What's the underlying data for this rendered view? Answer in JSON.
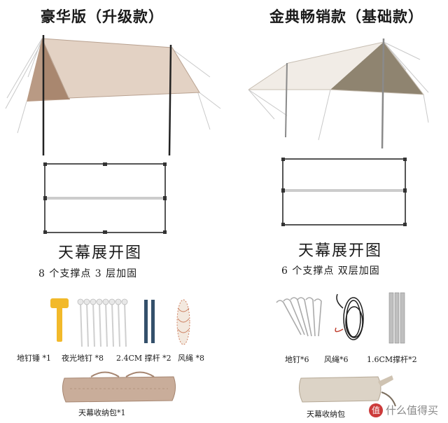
{
  "left": {
    "title": "豪华版（升级款）",
    "plan_title": "天幕展开图",
    "spec": "8 个支撑点  3 层加固",
    "accessories": [
      "地钉锤 *1",
      "夜光地钉 *8",
      "2.4CM 撑杆 *2",
      "风绳 *8"
    ],
    "bag": "天幕收纳包*1"
  },
  "right": {
    "title": "金典畅销款（基础款）",
    "plan_title": "天幕展开图",
    "spec": "6 个支撑点  双层加固",
    "accessories": [
      "地钉*6",
      "风绳*6",
      "1.6CM撑杆*2"
    ],
    "bag": "天幕收纳包"
  },
  "watermark": {
    "badge": "值",
    "text": "什么值得买"
  },
  "colors": {
    "deluxe_canopy_top": "#e3d2c4",
    "deluxe_canopy_side": "#b99a84",
    "basic_canopy_top": "#f1ece6",
    "basic_canopy_side": "#8f8470",
    "bag": "#c9ad9a",
    "hammer": "#f2b92a",
    "pole": "#34506b"
  }
}
